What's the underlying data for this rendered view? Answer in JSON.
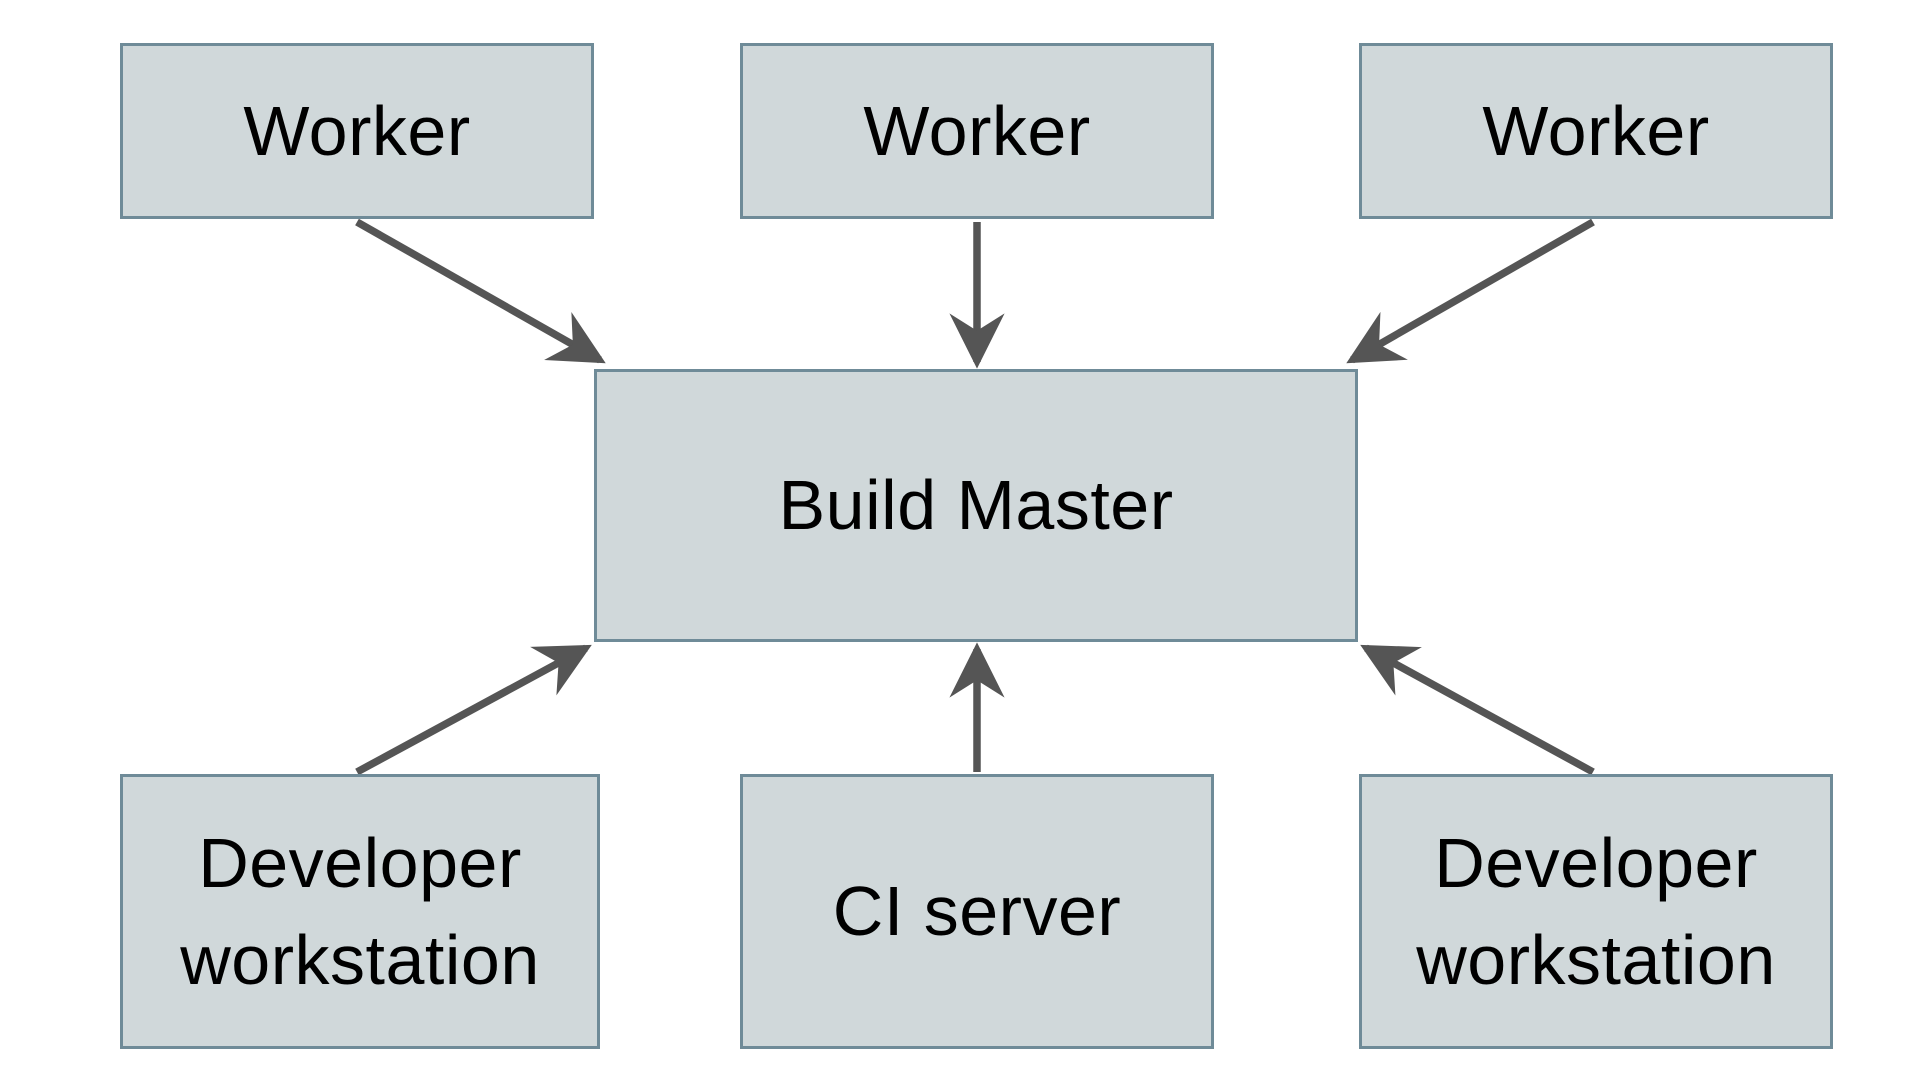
{
  "diagram": {
    "type": "architecture-diagram",
    "nodes": {
      "worker1": {
        "label": "Worker"
      },
      "worker2": {
        "label": "Worker"
      },
      "worker3": {
        "label": "Worker"
      },
      "build_master": {
        "label": "Build Master"
      },
      "dev_workstation_left": {
        "label": "Developer workstation"
      },
      "ci_server": {
        "label": "CI server"
      },
      "dev_workstation_right": {
        "label": "Developer workstation"
      }
    },
    "edges": [
      {
        "from": "worker1",
        "to": "build_master"
      },
      {
        "from": "worker2",
        "to": "build_master"
      },
      {
        "from": "worker3",
        "to": "build_master"
      },
      {
        "from": "dev_workstation_left",
        "to": "build_master"
      },
      {
        "from": "ci_server",
        "to": "build_master"
      },
      {
        "from": "dev_workstation_right",
        "to": "build_master"
      }
    ]
  },
  "colors": {
    "node_fill": "#d0d8da",
    "node_border": "#6f8b98",
    "arrow": "#555555",
    "text": "#000000",
    "background": "#ffffff"
  }
}
